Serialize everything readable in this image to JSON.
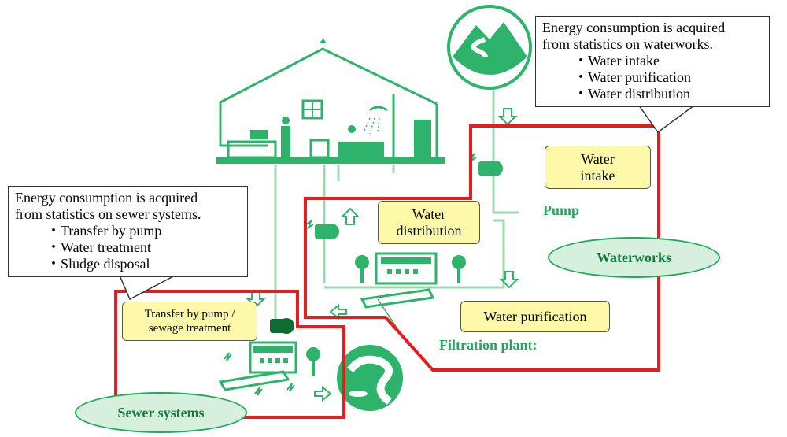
{
  "callouts": {
    "waterworks": {
      "line1": "Energy consumption is acquired",
      "line2": "from statistics on waterworks.",
      "items": [
        "・Water intake",
        "・Water purification",
        "・Water distribution"
      ]
    },
    "sewer": {
      "line1": "Energy consumption is acquired",
      "line2": "from statistics on sewer  systems.",
      "items": [
        "・Transfer by pump",
        "・Water treatment",
        "・Sludge disposal"
      ]
    }
  },
  "process_boxes": {
    "water_intake": [
      "Water",
      "intake"
    ],
    "water_distribution": [
      "Water",
      "distribution"
    ],
    "water_purification": "Water purification",
    "transfer_pump": [
      "Transfer by pump /",
      "sewage treatment"
    ]
  },
  "labels": {
    "pump": "Pump",
    "filtration_plant": "Filtration plant:",
    "waterworks": "Waterworks",
    "sewer_systems": "Sewer systems"
  },
  "colors": {
    "green": "#1faa5a",
    "light_green": "#d6f0dd",
    "boundary_red": "#e81c1c",
    "box_yellow": "#fdf9a8"
  },
  "icons": [
    "house-icon",
    "mountain-river-icon",
    "pump-icon",
    "filtration-plant-icon",
    "sewage-plant-icon",
    "tree-icon",
    "arrow-icon",
    "lightning-icon"
  ]
}
